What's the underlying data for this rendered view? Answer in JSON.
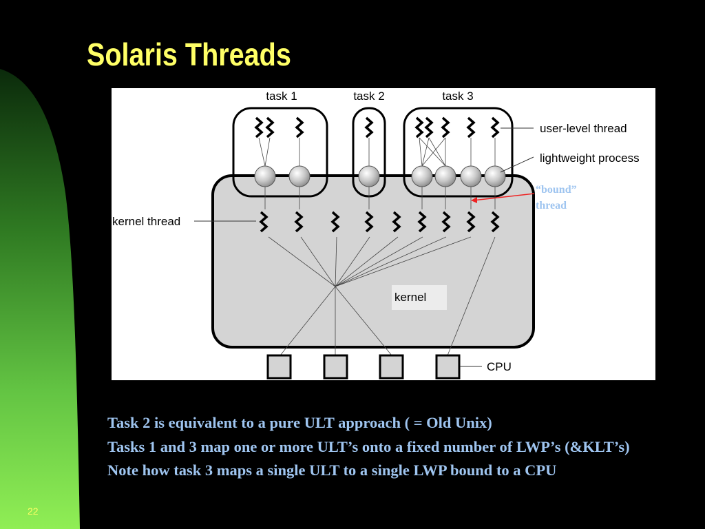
{
  "slide": {
    "title": "Solaris Threads",
    "page_number": "22"
  },
  "diagram": {
    "task_labels": [
      "task 1",
      "task 2",
      "task 3"
    ],
    "callouts": {
      "user_level_thread": "user-level thread",
      "lightweight_process": "lightweight process",
      "kernel_thread": "kernel thread",
      "kernel": "kernel",
      "cpu": "CPU"
    },
    "bound_note": [
      "“bound”",
      "thread"
    ]
  },
  "bullets": [
    "Task 2 is equivalent to a pure ULT approach ( = Old Unix)",
    "Tasks 1 and 3 map one or more ULT’s onto a fixed number of LWP’s (&KLT’s)",
    "Note how task 3 maps a single ULT to a single LWP bound to a CPU"
  ],
  "colors": {
    "title": "#ffff66",
    "bullet_text": "#9fc5f0",
    "kernel_fill": "#d4d4d4",
    "bound_arrow": "#ee2222"
  }
}
